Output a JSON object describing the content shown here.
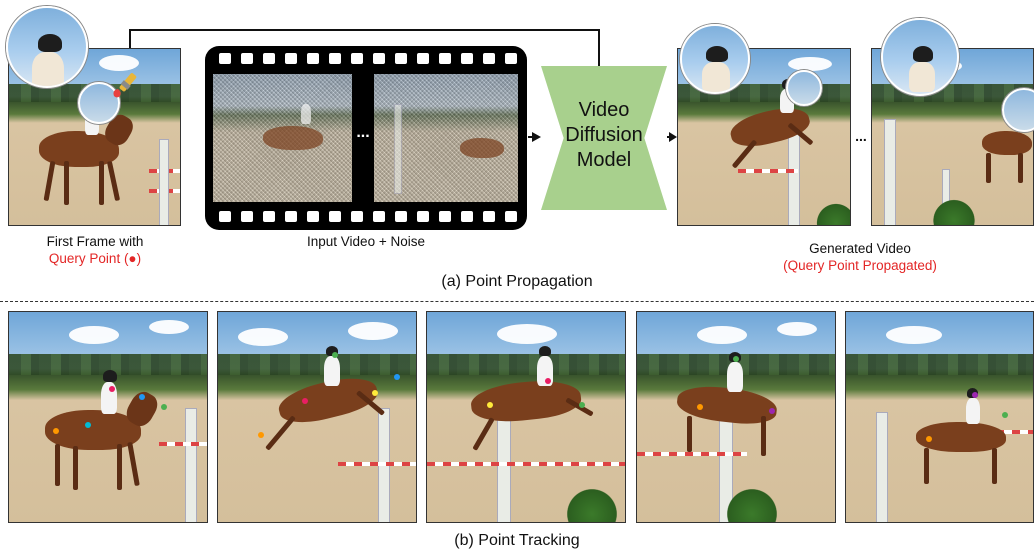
{
  "top": {
    "first_frame_caption": "First Frame with",
    "query_point_caption": "Query Point (●)",
    "input_caption": "Input Video + Noise",
    "model_label_lines": [
      "Video",
      "Diffusion",
      "Model"
    ],
    "ellipsis": "...",
    "generated_caption": "Generated Video",
    "generated_subcaption": "(Query Point Propagated)",
    "section_title": "(a) Point Propagation"
  },
  "bottom": {
    "section_title": "(b) Point Tracking"
  },
  "colors": {
    "accent_red": "#e32626",
    "model_green": "#a8d08d",
    "track_dots": [
      "#e91e63",
      "#ff9800",
      "#ffeb3b",
      "#4caf50",
      "#2196f3",
      "#9c27b0",
      "#00bcd4"
    ]
  }
}
